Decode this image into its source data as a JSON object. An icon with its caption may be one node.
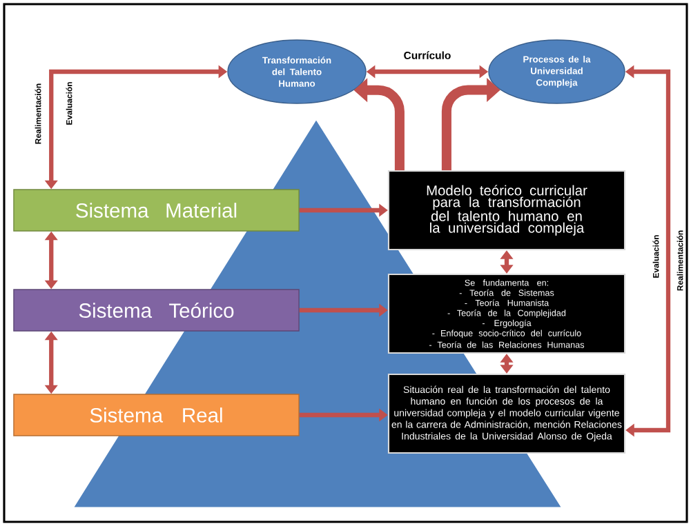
{
  "diagram": {
    "nodes": [
      {
        "text": [
          "Transformación del Talento Humano"
        ]
      },
      {
        "text": [
          "Procesos de la Universidad Compleja"
        ]
      },
      {
        "text": [
          "Sistema Material"
        ]
      },
      {
        "text": [
          "Sistema Teórico"
        ]
      },
      {
        "text": [
          "Sistema Real"
        ]
      },
      {
        "text": [
          "Modelo teórico curricular para la transformación del talento humano en la universidad compleja"
        ]
      },
      {
        "text": [
          "Se fundamenta en:",
          "- Teoría de Sistemas",
          "- Teoría Humanista",
          "- Teoría de la Complejidad",
          "- Ergología",
          "- Enfoque socio-crítico del currículo",
          "- Teoría de las Relaciones Humanas"
        ]
      },
      {
        "text": [
          "Situación real de la transformación del talento humano en función de los procesos de la universidad compleja y el modelo curricular vigente en la carrera de Administración, mención Relaciones Industriales de la Universidad Alonso de Ojeda"
        ]
      }
    ],
    "edges": [
      {
        "from": 0,
        "to": 1,
        "arrow": "both",
        "label": "Currículo"
      },
      {
        "from": 2,
        "to": 0,
        "arrow": "both"
      },
      {
        "from": 5,
        "to": 0,
        "arrow": "to",
        "style": "thick"
      },
      {
        "from": 5,
        "to": 1,
        "arrow": "to",
        "style": "thick"
      },
      {
        "from": 7,
        "to": 1,
        "arrow": "both"
      },
      {
        "from": 2,
        "to": 5,
        "arrow": "to"
      },
      {
        "from": 3,
        "to": 6,
        "arrow": "to"
      },
      {
        "from": 4,
        "to": 7,
        "arrow": "to"
      },
      {
        "from": 2,
        "to": 3,
        "arrow": "both"
      },
      {
        "from": 3,
        "to": 4,
        "arrow": "both"
      },
      {
        "from": 5,
        "to": 6,
        "arrow": "both"
      },
      {
        "from": 6,
        "to": 7,
        "arrow": "both"
      }
    ],
    "labels": [
      "Realimentación",
      "Evaluación",
      "Evaluación",
      "Realimentación"
    ]
  }
}
